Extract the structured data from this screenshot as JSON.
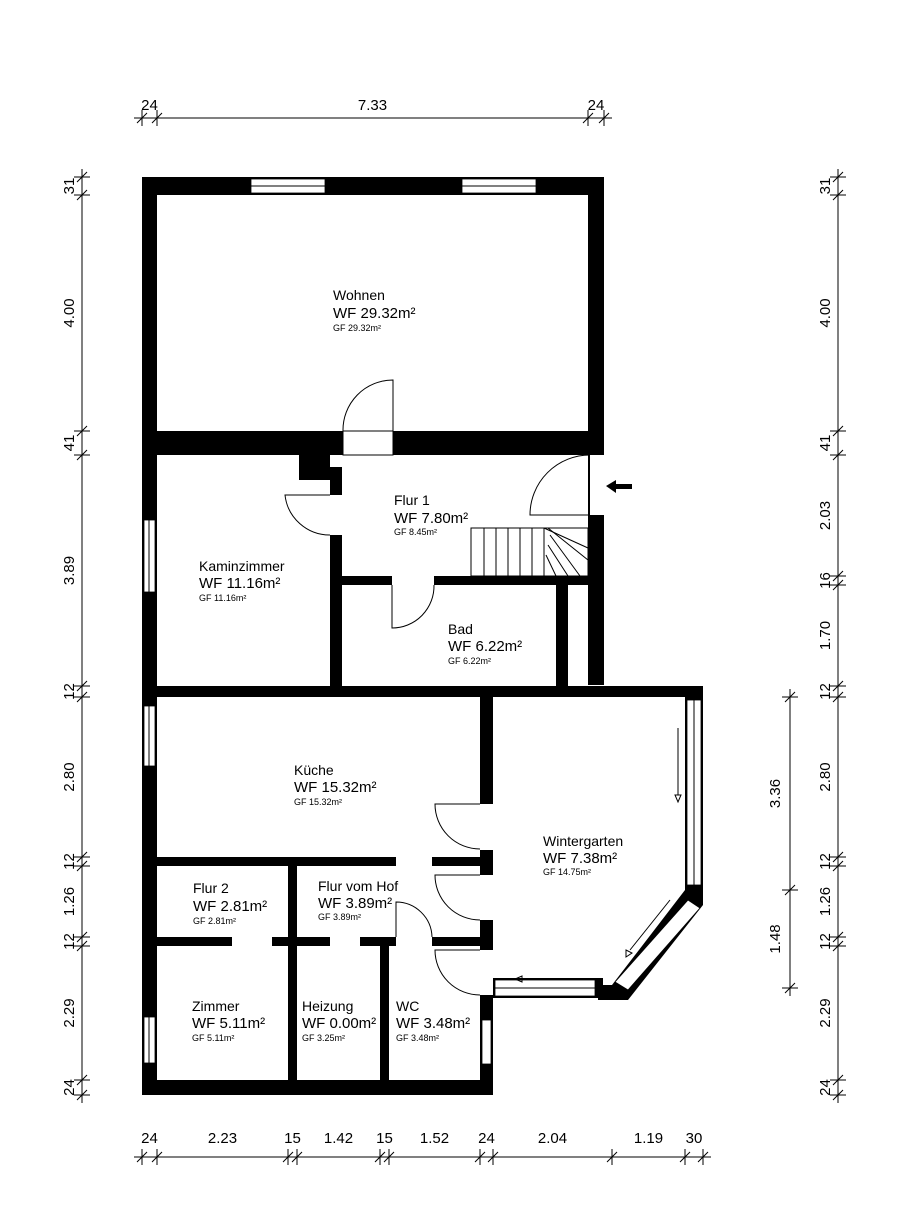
{
  "rooms": {
    "wohnen": {
      "name": "Wohnen",
      "wf": "WF 29.32m²",
      "gf": "GF 29.32m²"
    },
    "flur1": {
      "name": "Flur 1",
      "wf": "WF 7.80m²",
      "gf": "GF 8.45m²"
    },
    "kamin": {
      "name": "Kaminzimmer",
      "wf": "WF 11.16m²",
      "gf": "GF 11.16m²"
    },
    "bad": {
      "name": "Bad",
      "wf": "WF 6.22m²",
      "gf": "GF 6.22m²"
    },
    "kueche": {
      "name": "Küche",
      "wf": "WF 15.32m²",
      "gf": "GF 15.32m²"
    },
    "winter": {
      "name": "Wintergarten",
      "wf": "WF 7.38m²",
      "gf": "GF 14.75m²"
    },
    "flur2": {
      "name": "Flur 2",
      "wf": "WF 2.81m²",
      "gf": "GF 2.81m²"
    },
    "hof": {
      "name": "Flur vom Hof",
      "wf": "WF 3.89m²",
      "gf": "GF 3.89m²"
    },
    "zimmer": {
      "name": "Zimmer",
      "wf": "WF 5.11m²",
      "gf": "GF 5.11m²"
    },
    "heizung": {
      "name": "Heizung",
      "wf": "WF 0.00m²",
      "gf": "GF 3.25m²"
    },
    "wc": {
      "name": "WC",
      "wf": "WF 3.48m²",
      "gf": "GF 3.48m²"
    }
  },
  "dims": {
    "top": [
      "24",
      "7.33",
      "24"
    ],
    "left": [
      "31",
      "4.00",
      "41",
      "3.89",
      "12",
      "2.80",
      "12",
      "1.26",
      "12",
      "2.29",
      "24"
    ],
    "right": [
      "31",
      "4.00",
      "41",
      "2.03",
      "16",
      "1.70",
      "12",
      "2.80",
      "12",
      "1.26",
      "12",
      "2.29",
      "24"
    ],
    "right_inner": [
      "3.36",
      "1.48"
    ],
    "bottom": [
      "24",
      "2.23",
      "15",
      "1.42",
      "15",
      "1.52",
      "24",
      "2.04",
      "1.19",
      "30"
    ]
  }
}
